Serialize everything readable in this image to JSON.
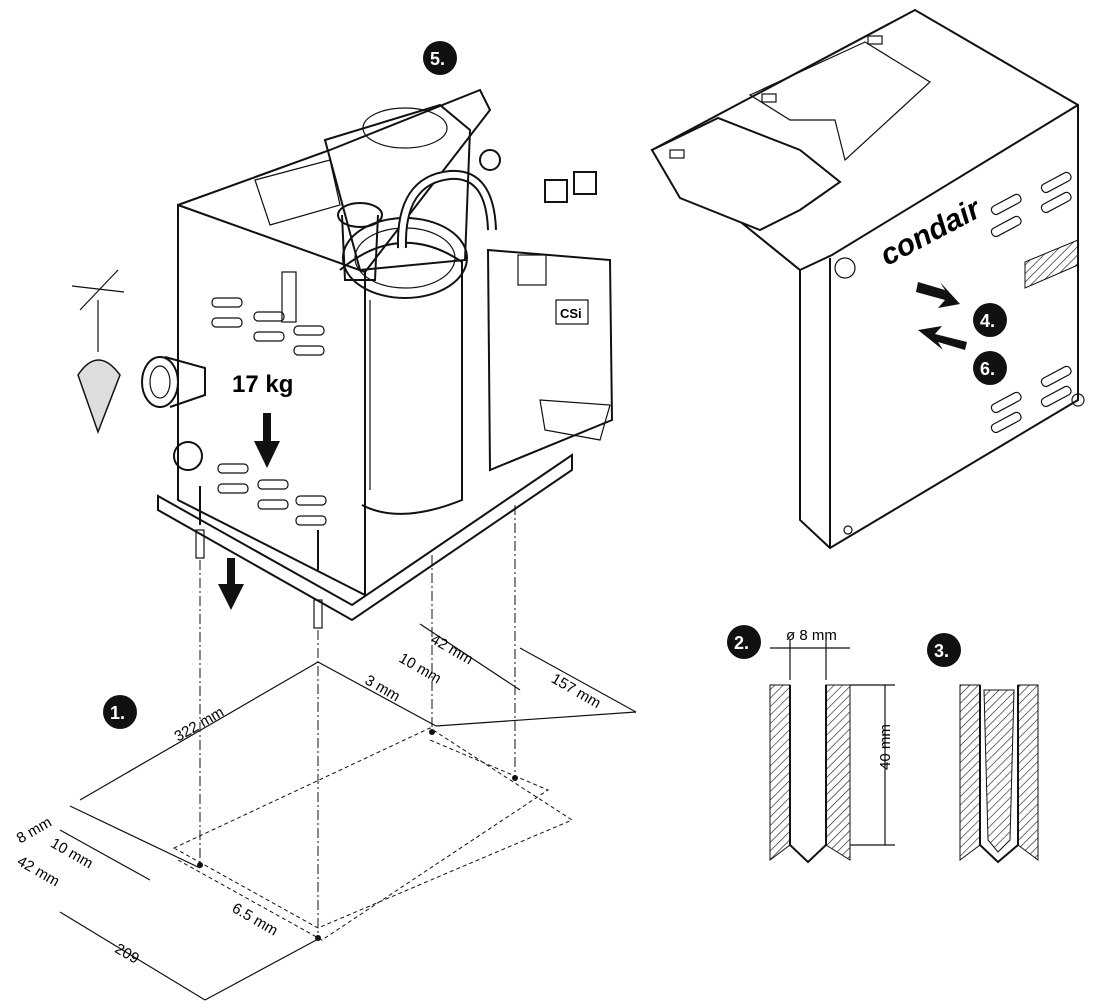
{
  "weight_label": "17 kg",
  "brand": "condair",
  "model_badge": "CSi",
  "steps": {
    "s1": "1.",
    "s2": "2.",
    "s3": "3.",
    "s4": "4.",
    "s5": "5.",
    "s6": "6."
  },
  "dimensions": {
    "width_322": "322 mm",
    "d_42_top": "42 mm",
    "d_10_top": "10 mm",
    "d_3": "3 mm",
    "d_157": "157 mm",
    "d_8": "8 mm",
    "d_10_left": "10 mm",
    "d_42_left": "42 mm",
    "d_6_5": "6.5 mm",
    "d_209": "209",
    "drill_dia": "ø 8 mm",
    "drill_depth": "40 mm"
  }
}
